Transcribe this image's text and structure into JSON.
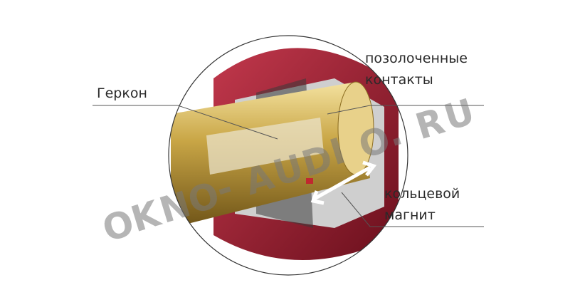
{
  "labels": {
    "reed_switch": "Геркон",
    "gold_contacts_line1": "позолоченные",
    "gold_contacts_line2": "контакты",
    "ring_magnet_line1": "кольцевой",
    "ring_magnet_line2": "магнит"
  },
  "watermark": "OKNO-AUDIO.RU",
  "colors": {
    "gold": "#c9a646",
    "red": "#8e1b2a",
    "grey": "#bfbfbf",
    "line": "#555555"
  }
}
